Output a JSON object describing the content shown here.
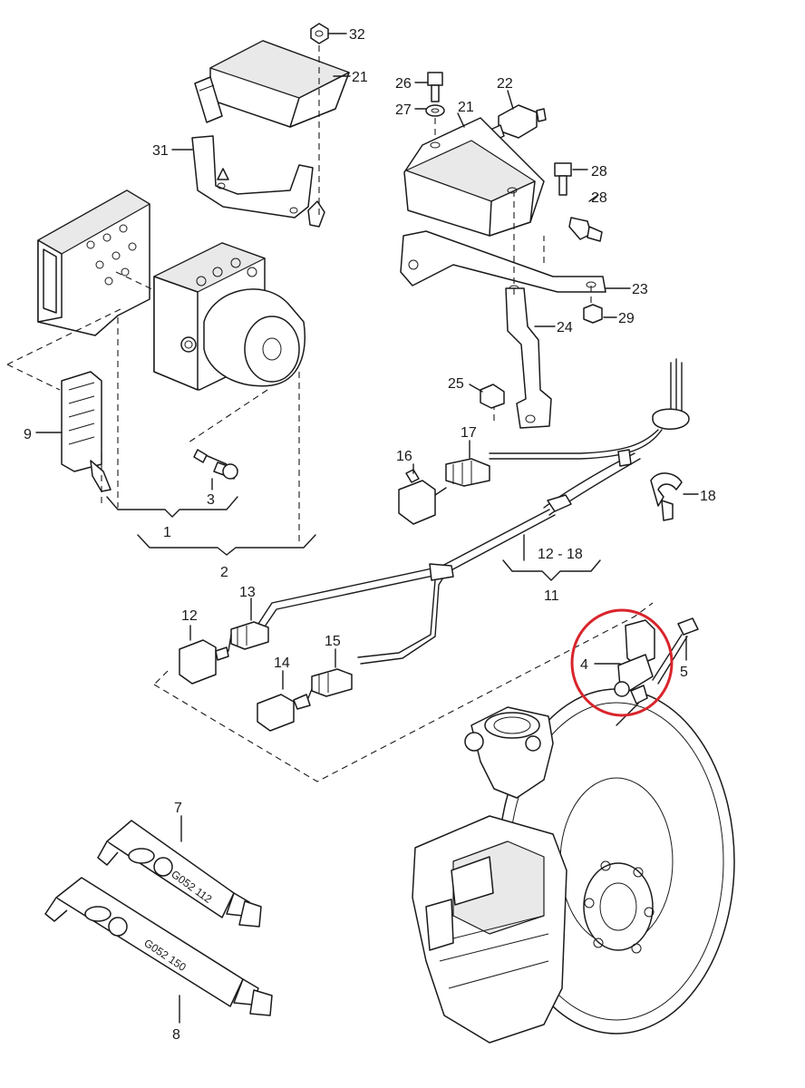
{
  "labels": {
    "p1": "1",
    "p2": "2",
    "p3": "3",
    "p4": "4",
    "p5": "5",
    "p7": "7",
    "p8": "8",
    "p9": "9",
    "p11": "11",
    "p12": "12",
    "p13": "13",
    "p14": "14",
    "p15": "15",
    "p16": "16",
    "p17": "17",
    "p18": "18",
    "p21a": "21",
    "p21b": "21",
    "p22": "22",
    "p23": "23",
    "p24": "24",
    "p25": "25",
    "p26": "26",
    "p27": "27",
    "p28a": "28",
    "p28b": "28",
    "p29": "29",
    "p31": "31",
    "p32": "32",
    "range": "12 - 18"
  },
  "tubes": {
    "tube7": "G052 112",
    "tube8": "G052 150"
  },
  "colors": {
    "line": "#1a1a1a",
    "highlight": "#d9242b",
    "background": "#ffffff"
  }
}
